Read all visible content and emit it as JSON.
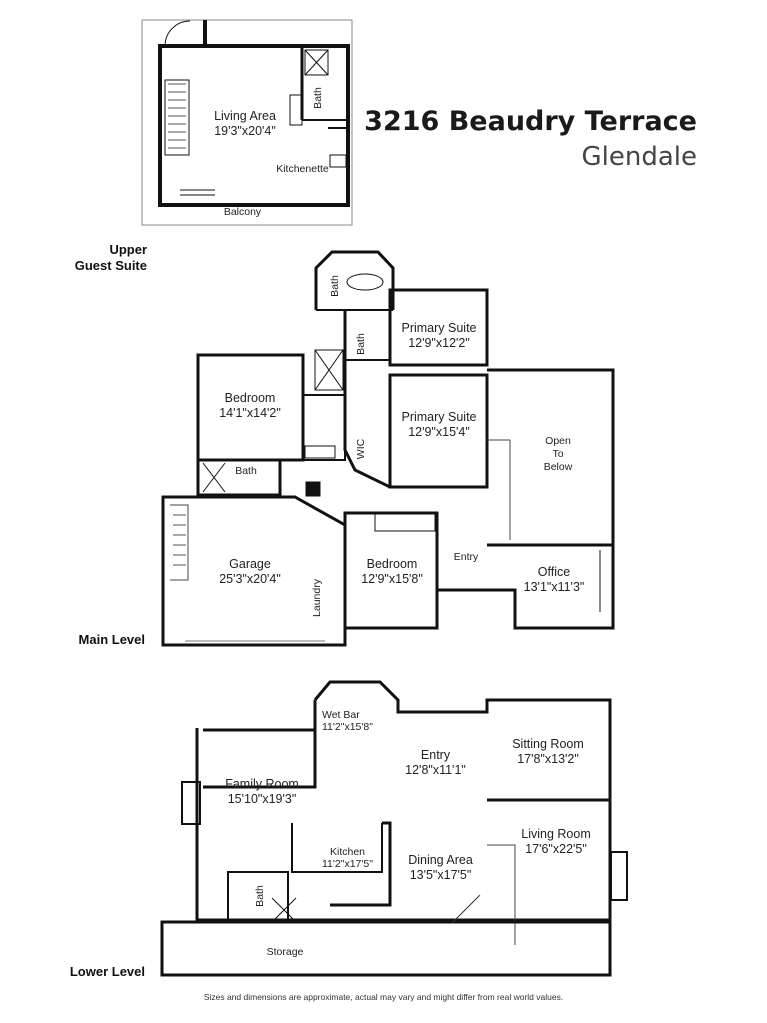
{
  "header": {
    "address": "3216 Beaudry Terrace",
    "city": "Glendale"
  },
  "levels": {
    "upper": "Upper\nGuest Suite",
    "main": "Main Level",
    "lower": "Lower Level"
  },
  "rooms": {
    "upper_living_name": "Living Area",
    "upper_living_dim": "19'3\"x20'4\"",
    "upper_bath": "Bath",
    "upper_kitchenette": "Kitchenette",
    "upper_balcony": "Balcony",
    "main_bath_top": "Bath",
    "main_bath_2": "Bath",
    "primary_suite_1_name": "Primary Suite",
    "primary_suite_1_dim": "12'9\"x12'2\"",
    "primary_suite_2_name": "Primary Suite",
    "primary_suite_2_dim": "12'9\"x15'4\"",
    "bedroom_1_name": "Bedroom",
    "bedroom_1_dim": "14'1\"x14'2\"",
    "main_bath_3": "Bath",
    "wic": "WIC",
    "open_to_below": "Open\nTo\nBelow",
    "garage_name": "Garage",
    "garage_dim": "25'3\"x20'4\"",
    "laundry": "Laundry",
    "bedroom_2_name": "Bedroom",
    "bedroom_2_dim": "12'9\"x15'8\"",
    "main_entry": "Entry",
    "office_name": "Office",
    "office_dim": "13'1\"x11'3\"",
    "wet_bar_name": "Wet Bar",
    "wet_bar_dim": "11'2\"x15'8\"",
    "lower_entry_name": "Entry",
    "lower_entry_dim": "12'8\"x11'1\"",
    "sitting_name": "Sitting Room",
    "sitting_dim": "17'8\"x13'2\"",
    "family_name": "Family Room",
    "family_dim": "15'10\"x19'3\"",
    "kitchen_name": "Kitchen",
    "kitchen_dim": "11'2\"x17'5\"",
    "dining_name": "Dining Area",
    "dining_dim": "13'5\"x17'5\"",
    "living_name": "Living Room",
    "living_dim": "17'6\"x22'5\"",
    "lower_bath": "Bath",
    "storage": "Storage"
  },
  "footer": "Sizes and dimensions are approximate, actual may vary and might differ from real world values."
}
